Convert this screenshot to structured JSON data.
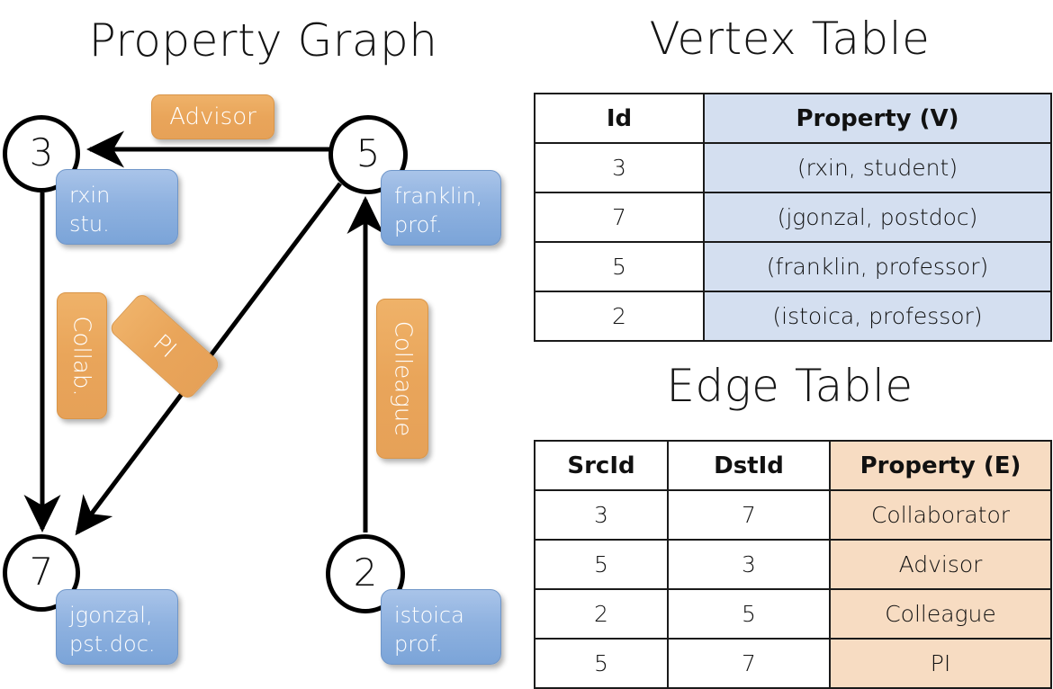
{
  "titles": {
    "property_graph": "Property Graph",
    "vertex_table": "Vertex Table",
    "edge_table": "Edge Table"
  },
  "graph": {
    "nodes": [
      {
        "id": "3",
        "property_lines": [
          "rxin",
          "stu."
        ]
      },
      {
        "id": "5",
        "property_lines": [
          "franklin,",
          "prof."
        ]
      },
      {
        "id": "7",
        "property_lines": [
          "jgonzal,",
          "pst.doc."
        ]
      },
      {
        "id": "2",
        "property_lines": [
          "istoica",
          "prof."
        ]
      }
    ],
    "edge_labels": [
      {
        "name": "advisor",
        "text": "Advisor"
      },
      {
        "name": "collab",
        "text": "Collab."
      },
      {
        "name": "pi",
        "text": "PI"
      },
      {
        "name": "colleague",
        "text": "Colleague"
      }
    ]
  },
  "vertex_table": {
    "headers": [
      "Id",
      "Property (V)"
    ],
    "rows": [
      {
        "id": "3",
        "property": "(rxin, student)"
      },
      {
        "id": "7",
        "property": "(jgonzal, postdoc)"
      },
      {
        "id": "5",
        "property": "(franklin, professor)"
      },
      {
        "id": "2",
        "property": "(istoica, professor)"
      }
    ]
  },
  "edge_table": {
    "headers": [
      "SrcId",
      "DstId",
      "Property (E)"
    ],
    "rows": [
      {
        "src": "3",
        "dst": "7",
        "property": "Collaborator"
      },
      {
        "src": "5",
        "dst": "3",
        "property": "Advisor"
      },
      {
        "src": "2",
        "dst": "5",
        "property": "Colleague"
      },
      {
        "src": "5",
        "dst": "7",
        "property": "PI"
      }
    ]
  },
  "colors": {
    "vertex_property_fill": "#8fb2e0",
    "edge_label_fill": "#e9a55a",
    "vertex_table_header_fill": "#d4dff0",
    "edge_table_header_fill": "#f7dcc2",
    "stroke": "#000000",
    "background": "#ffffff"
  }
}
